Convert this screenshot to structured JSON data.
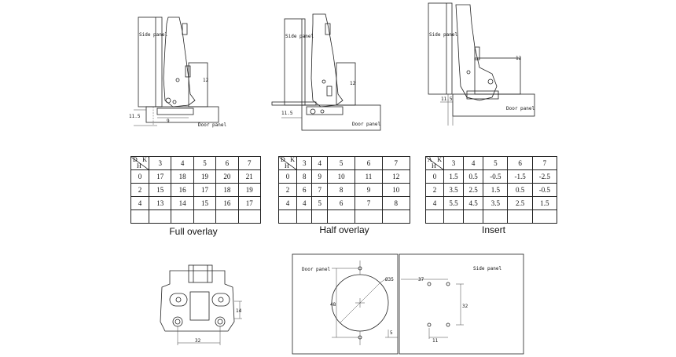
{
  "full_overlay": {
    "caption": "Full overlay",
    "labels": {
      "side_panel": "Side panel",
      "door_panel": "Door panel",
      "dim_h": "11.5",
      "dim_v": "12",
      "dim_w": "9"
    },
    "header": {
      "top": "K",
      "left": "D",
      "bottom": "H"
    },
    "columns": [
      "3",
      "4",
      "5",
      "6",
      "7"
    ],
    "rows": [
      [
        "0",
        "17",
        "18",
        "19",
        "20",
        "21"
      ],
      [
        "2",
        "15",
        "16",
        "17",
        "18",
        "19"
      ],
      [
        "4",
        "13",
        "14",
        "15",
        "16",
        "17"
      ],
      [
        "",
        "",
        "",
        "",
        "",
        ""
      ]
    ]
  },
  "half_overlay": {
    "caption": "Half overlay",
    "labels": {
      "side_panel": "Side panel",
      "door_panel": "Door panel",
      "dim_h": "11.5",
      "dim_v": "12"
    },
    "header": {
      "top": "K",
      "left": "D",
      "bottom": "H"
    },
    "columns": [
      "3",
      "4",
      "5",
      "6",
      "7"
    ],
    "rows": [
      [
        "0",
        "8",
        "9",
        "10",
        "11",
        "12"
      ],
      [
        "2",
        "6",
        "7",
        "8",
        "9",
        "10"
      ],
      [
        "4",
        "4",
        "5",
        "6",
        "7",
        "8"
      ],
      [
        "",
        "",
        "",
        "",
        "",
        ""
      ]
    ]
  },
  "insert": {
    "caption": "Insert",
    "labels": {
      "side_panel": "Side panel",
      "door_panel": "Door panel",
      "dim_h": "11.5",
      "dim_v": "12"
    },
    "header": {
      "top": "K",
      "left": "A",
      "bottom": "H"
    },
    "columns": [
      "3",
      "4",
      "5",
      "6",
      "7"
    ],
    "rows": [
      [
        "0",
        "1.5",
        "0.5",
        "-0.5",
        "-1.5",
        "-2.5"
      ],
      [
        "2",
        "3.5",
        "2.5",
        "1.5",
        "0.5",
        "-0.5"
      ],
      [
        "4",
        "5.5",
        "4.5",
        "3.5",
        "2.5",
        "1.5"
      ],
      [
        "",
        "",
        "",
        "",
        "",
        ""
      ]
    ]
  },
  "hinge_detail": {
    "dim_height": "14",
    "dim_width": "32"
  },
  "drilling": {
    "door_panel_label": "Door panel",
    "side_panel_label": "Side panel",
    "cup_diameter": "Ø35",
    "dim_cup_spacing": "48",
    "dim_edge": "5",
    "dim_plate_top": "37",
    "dim_plate_spacing": "32",
    "dim_plate_bottom": "11"
  }
}
